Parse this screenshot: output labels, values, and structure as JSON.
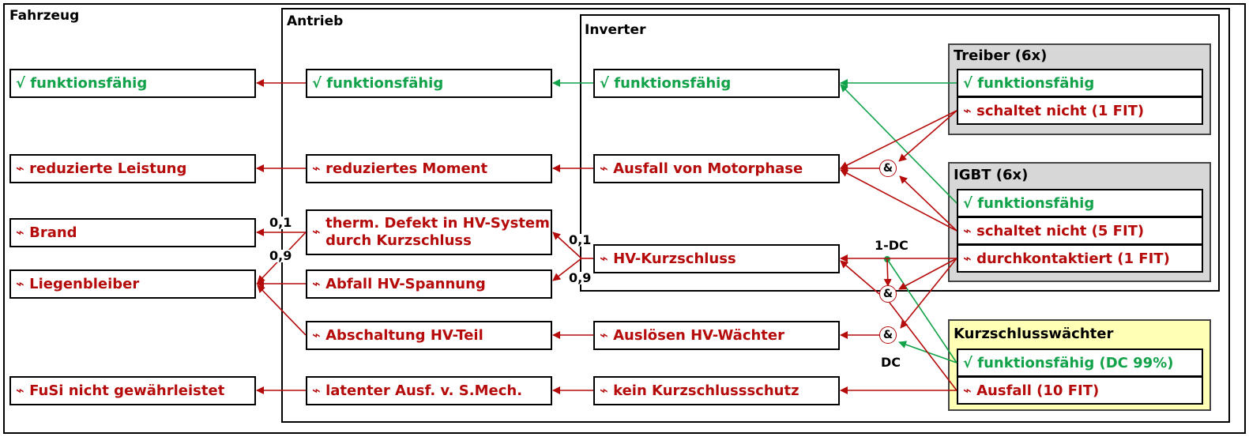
{
  "frames": {
    "fahrzeug": "Fahrzeug",
    "antrieb": "Antrieb",
    "inverter": "Inverter"
  },
  "groups": {
    "treiber": {
      "title": "Treiber (6x)",
      "ok": "funktionsfähig",
      "fail": "schaltet nicht (1 FIT)"
    },
    "igbt": {
      "title": "IGBT (6x)",
      "ok": "funktionsfähig",
      "fail1": "schaltet nicht (5 FIT)",
      "fail2": "durchkontaktiert (1 FIT)"
    },
    "kurzschluss": {
      "title": "Kurzschlusswächter",
      "ok": "funktionsfähig (DC 99%)",
      "fail": "Ausfall (10 FIT)"
    }
  },
  "fahrzeug": {
    "ok": "funktionsfähig",
    "leistung": "reduzierte Leistung",
    "brand": "Brand",
    "liegen": "Liegenbleiber",
    "fusi": "FuSi nicht gewährleistet"
  },
  "antrieb": {
    "ok": "funktionsfähig",
    "moment": "reduziertes Moment",
    "therm": "therm. Defekt in HV-System durch Kurzschluss",
    "abfall": "Abfall HV-Spannung",
    "abschaltung": "Abschaltung HV-Teil",
    "latent": "latenter Ausf. v. S.Mech."
  },
  "inverter": {
    "ok": "funktionsfähig",
    "motorphase": "Ausfall von Motorphase",
    "hvks": "HV-Kurzschluss",
    "ausloesen": "Auslösen HV-Wächter",
    "kein": "kein Kurzschlussschutz"
  },
  "probabilities": {
    "p01a": "0,1",
    "p09a": "0,9",
    "p01b": "0,1",
    "p09b": "0,9"
  },
  "gates": {
    "and": "&"
  },
  "coverage": {
    "one_minus_dc": "1-DC",
    "dc": "DC"
  },
  "colors": {
    "green": "#12a24a",
    "red": "#b50b0b",
    "gray": "#d7d7d7",
    "yellow": "#ffffb6"
  }
}
